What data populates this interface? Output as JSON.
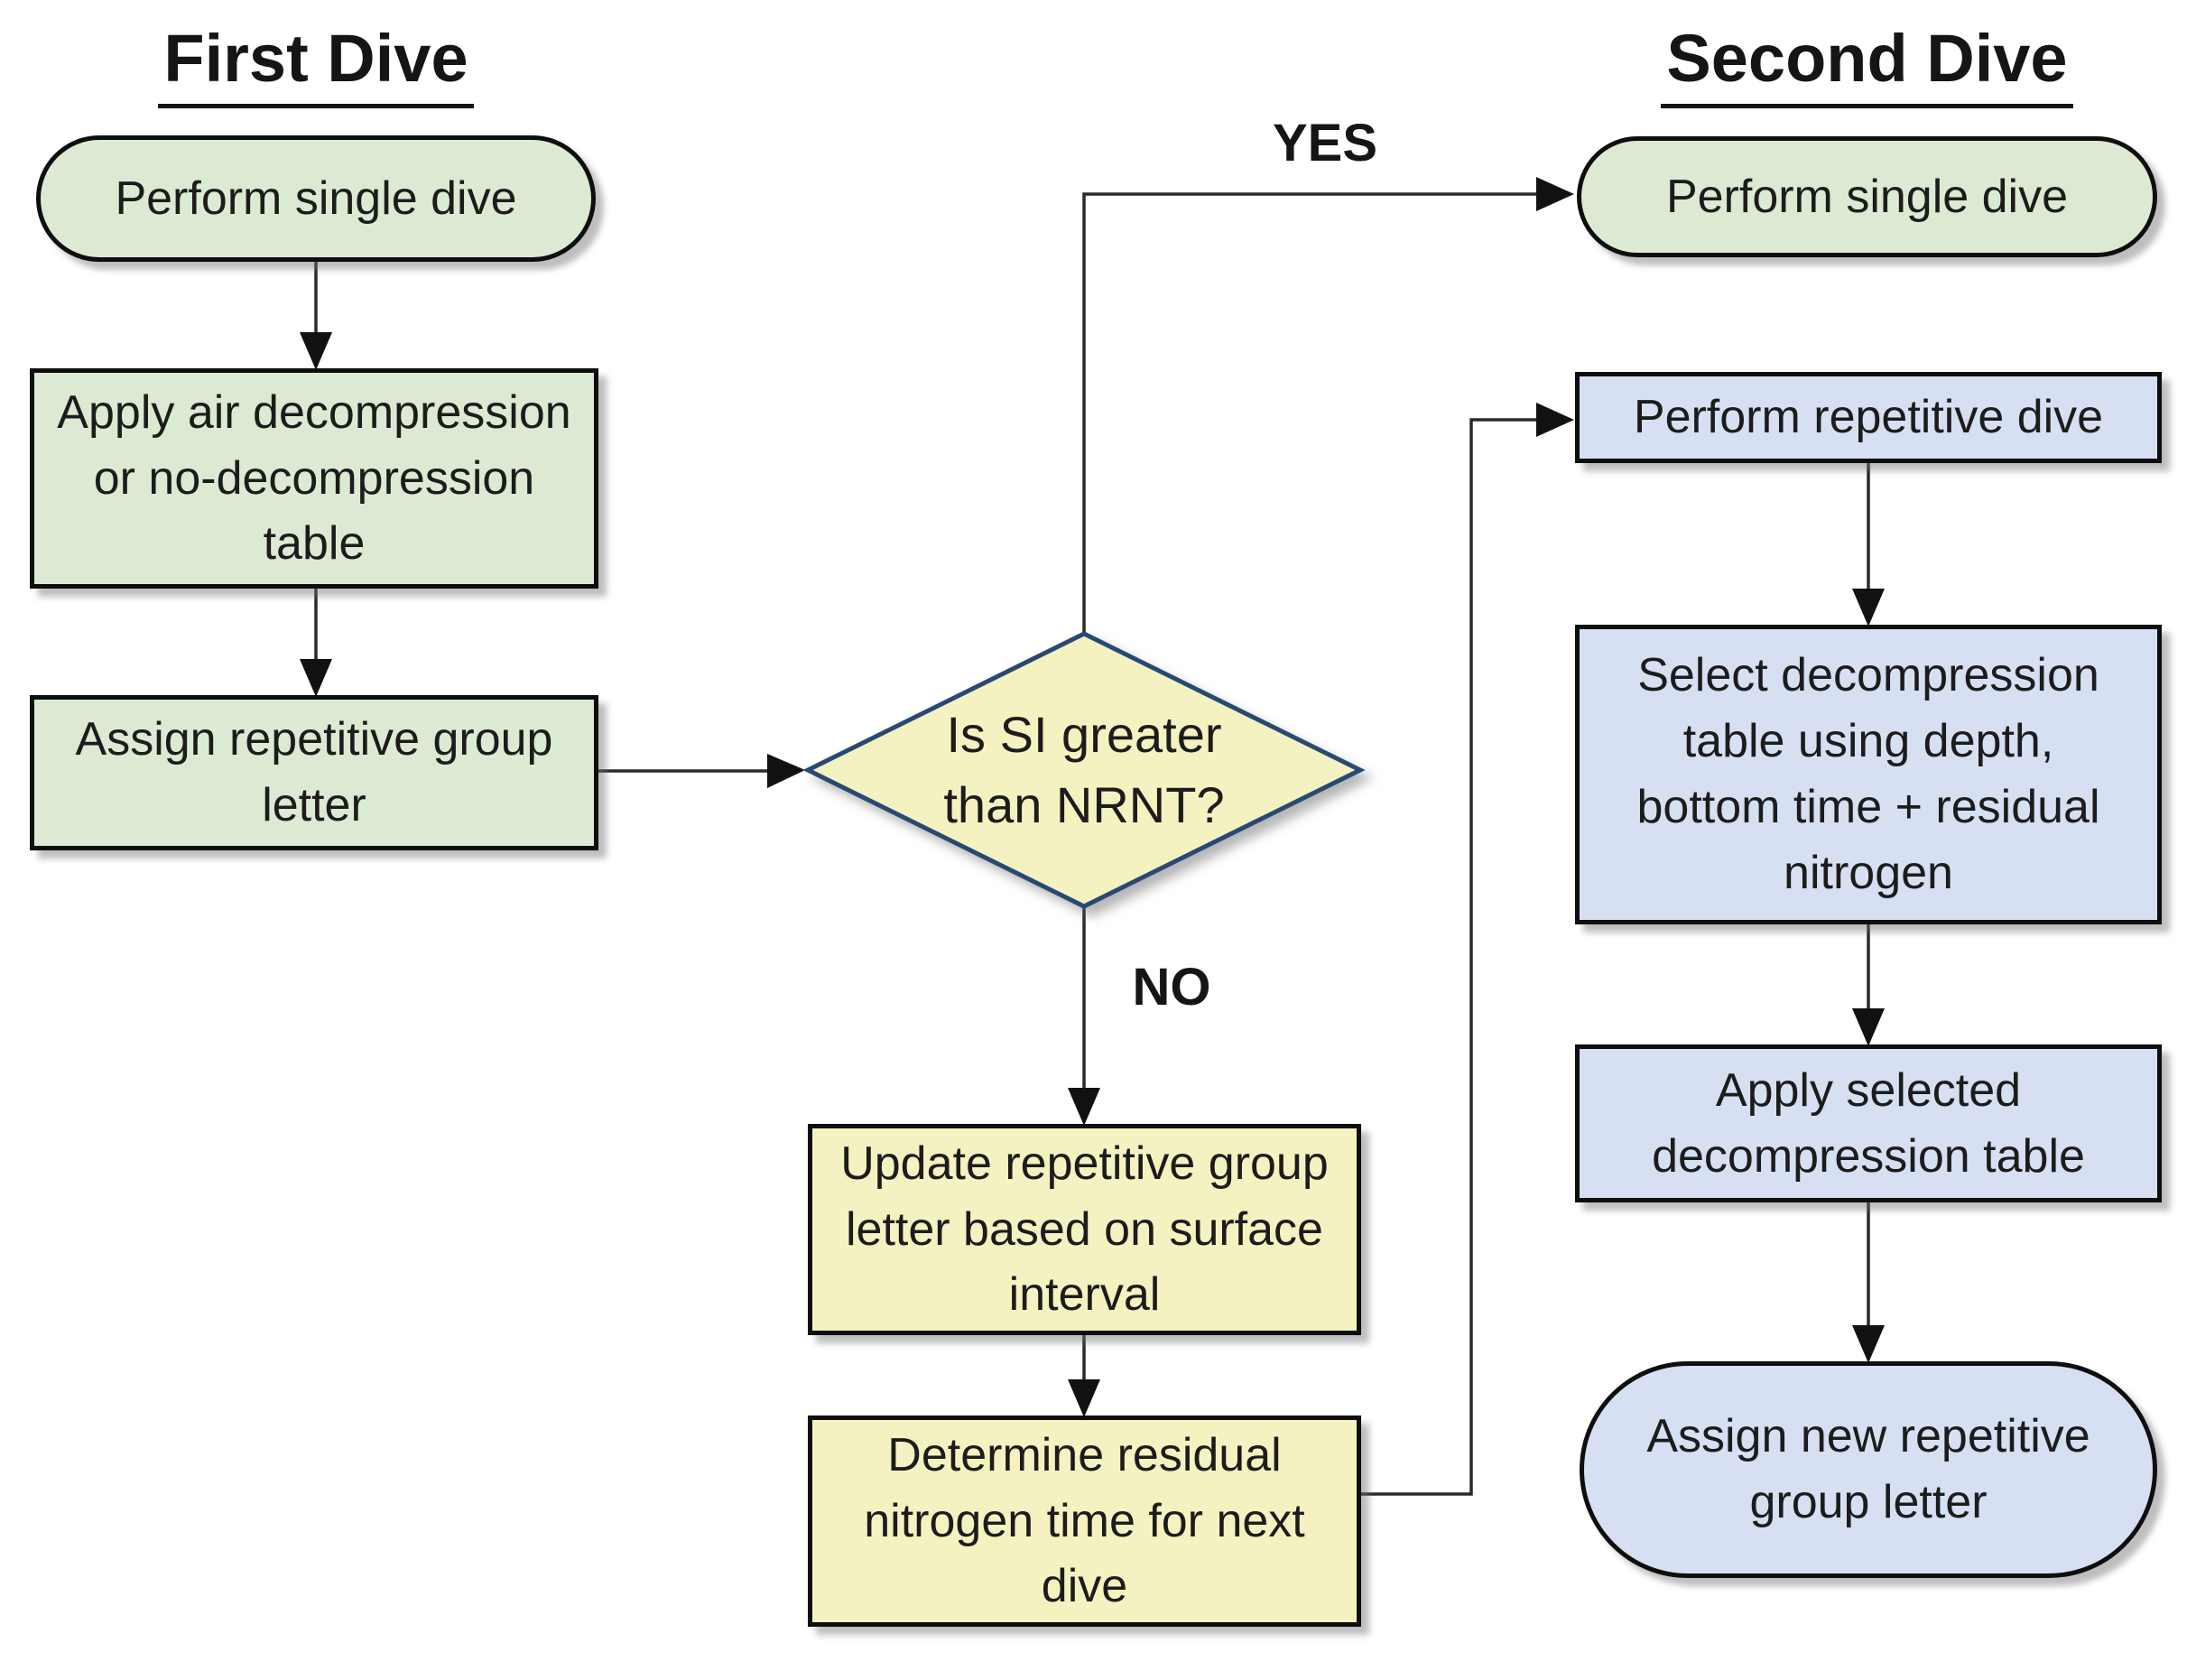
{
  "titles": {
    "first_dive": "First Dive",
    "second_dive": "Second Dive"
  },
  "branch_labels": {
    "yes": "YES",
    "no": "NO"
  },
  "nodes": {
    "perform_single_dive_first": {
      "label": "Perform single dive",
      "shape": "stadium"
    },
    "apply_air_table": {
      "label": "Apply air decompression\nor no-decompression\ntable",
      "shape": "rect"
    },
    "assign_group_letter": {
      "label": "Assign repetitive group\nletter",
      "shape": "rect"
    },
    "si_vs_nrnt": {
      "label": "Is SI greater\nthan NRNT?",
      "shape": "diamond"
    },
    "update_group_letter": {
      "label": "Update repetitive group\nletter based on surface\ninterval",
      "shape": "rect"
    },
    "determine_rnt": {
      "label": "Determine residual\nnitrogen time for next\ndive",
      "shape": "rect"
    },
    "perform_single_dive_second": {
      "label": "Perform single dive",
      "shape": "stadium"
    },
    "perform_repetitive_dive": {
      "label": "Perform repetitive dive",
      "shape": "rect"
    },
    "select_table": {
      "label": "Select decompression\ntable using depth,\nbottom time + residual\nnitrogen",
      "shape": "rect"
    },
    "apply_selected_table": {
      "label": "Apply selected\ndecompression table",
      "shape": "rect"
    },
    "assign_new_group_letter": {
      "label": "Assign new repetitive\ngroup letter",
      "shape": "stadium"
    }
  },
  "edges": [
    {
      "from": "perform_single_dive_first",
      "to": "apply_air_table",
      "label": ""
    },
    {
      "from": "apply_air_table",
      "to": "assign_group_letter",
      "label": ""
    },
    {
      "from": "assign_group_letter",
      "to": "si_vs_nrnt",
      "label": ""
    },
    {
      "from": "si_vs_nrnt",
      "to": "perform_single_dive_second",
      "label": "YES"
    },
    {
      "from": "si_vs_nrnt",
      "to": "update_group_letter",
      "label": "NO"
    },
    {
      "from": "update_group_letter",
      "to": "determine_rnt",
      "label": ""
    },
    {
      "from": "determine_rnt",
      "to": "perform_repetitive_dive",
      "label": ""
    },
    {
      "from": "perform_repetitive_dive",
      "to": "select_table",
      "label": ""
    },
    {
      "from": "select_table",
      "to": "apply_selected_table",
      "label": ""
    },
    {
      "from": "apply_selected_table",
      "to": "assign_new_group_letter",
      "label": ""
    }
  ],
  "colors": {
    "green_fill": "#dcead4",
    "yellow_fill": "#f5f2c1",
    "blue_fill": "#d6e0f2",
    "diamond_border": "#274a73",
    "box_border": "#0e0e0e",
    "connector": "#2a2a2a",
    "text": "#1c1c1c",
    "background": "#ffffff"
  }
}
